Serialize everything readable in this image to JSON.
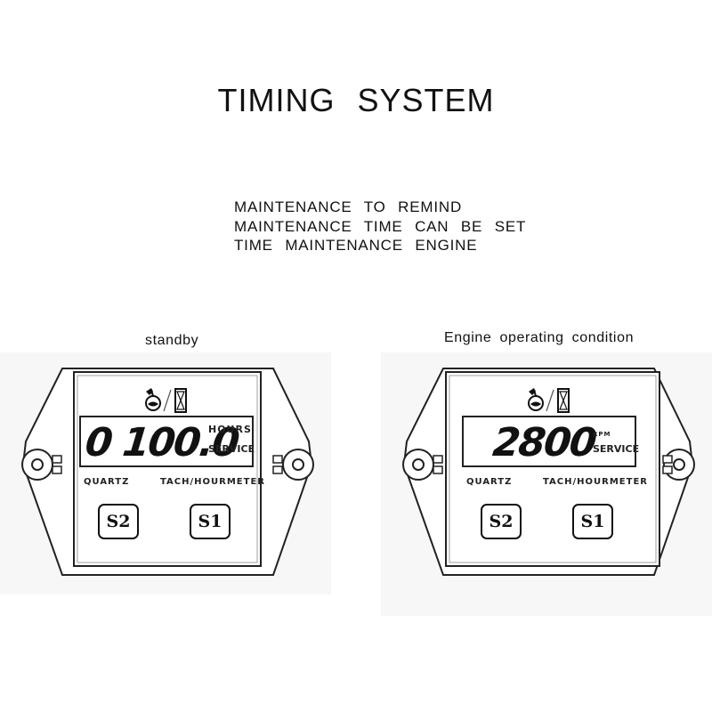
{
  "title": "TIMING  SYSTEM",
  "description": [
    "MAINTENANCE  TO  REMIND",
    "MAINTENANCE  TIME  CAN  BE  SET",
    "TIME  MAINTENANCE  ENGINE"
  ],
  "devices": [
    {
      "caption": "standby",
      "display_value": "0 100.0",
      "unit_top": "HOURS",
      "unit_bottom": "SERVICE",
      "brand_left": "QUARTZ",
      "brand_right": "TACH/HOURMETER",
      "button_left": "S2",
      "button_right": "S1"
    },
    {
      "caption": "Engine  operating  condition",
      "display_value": "2800",
      "unit_top": "RPM",
      "unit_bottom": "SERVICE",
      "brand_left": "QUARTZ",
      "brand_right": "TACH/HOURMETER",
      "button_left": "S2",
      "button_right": "S1"
    }
  ],
  "icons": [
    "wrench-oil-icon",
    "hourglass-icon"
  ]
}
